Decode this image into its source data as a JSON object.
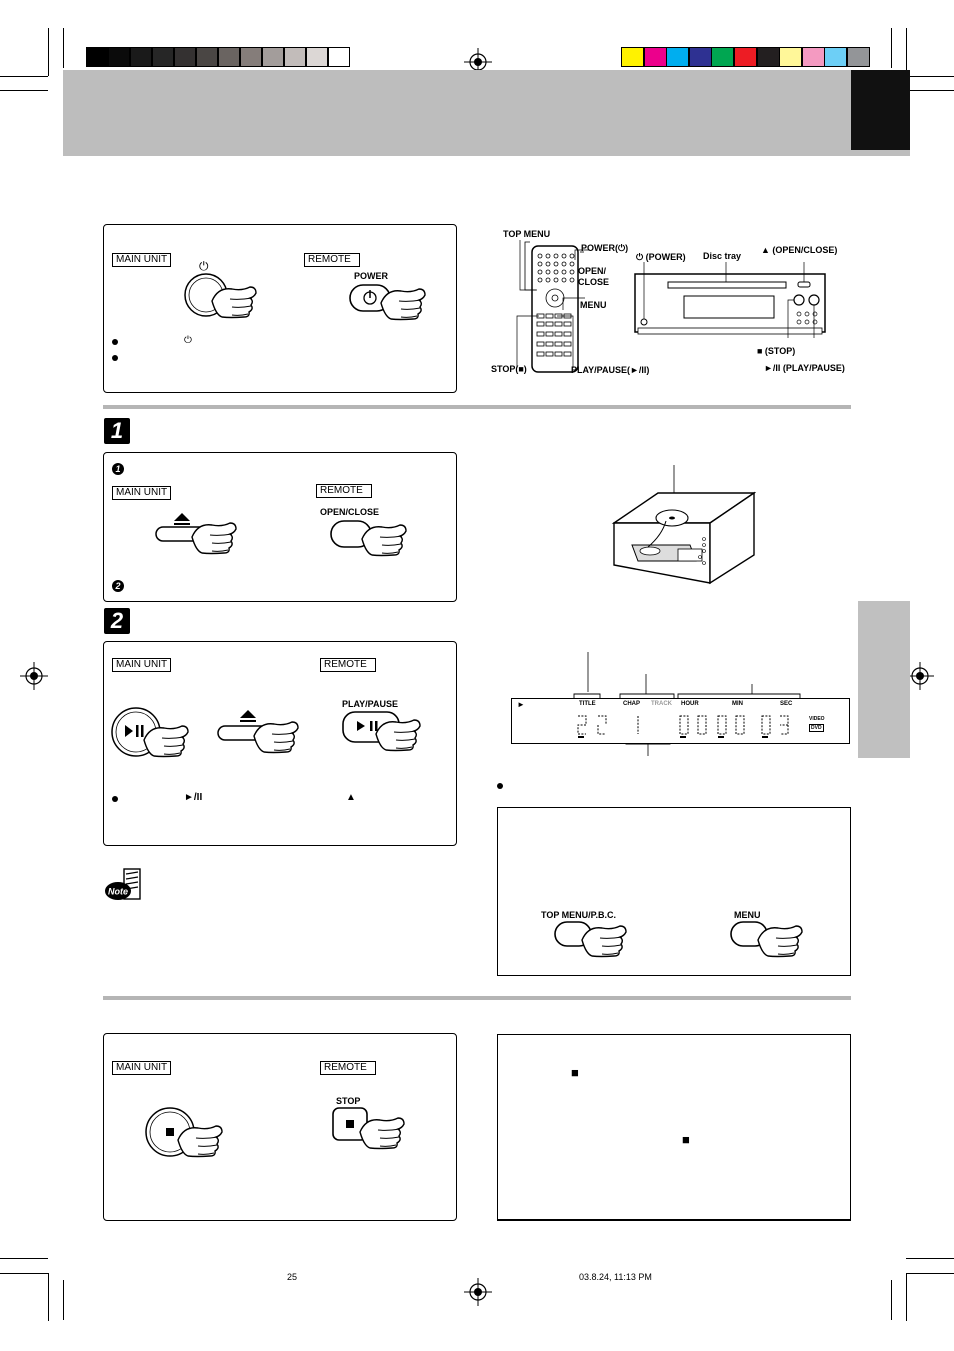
{
  "registration": {
    "gray_swatches": [
      "#000000",
      "#0b0b0b",
      "#1a1a1a",
      "#262626",
      "#343131",
      "#4a4644",
      "#6a6461",
      "#857d7a",
      "#a39d9b",
      "#c2bcba",
      "#dcd7d5",
      "#ffffff"
    ],
    "color_swatches": [
      "#fff200",
      "#ec008c",
      "#00aeef",
      "#2e3192",
      "#00a651",
      "#ed1c24",
      "#231f20",
      "#fff799",
      "#f49ac1",
      "#6dcff6",
      "#939598"
    ]
  },
  "power_box": {
    "main_unit_tag": "MAIN UNIT",
    "remote_tag": "REMOTE",
    "power_button_label": "POWER",
    "power_symbol": "⏻"
  },
  "remote_callouts": {
    "top_menu": "TOP MENU",
    "power": "POWER(⏻)",
    "open_close": "OPEN/\nCLOSE",
    "menu": "MENU",
    "stop": "STOP(■)",
    "play_pause": "PLAY/PAUSE(►/II)"
  },
  "unit_callouts": {
    "power": "⏻ (POWER)",
    "disc_tray": "Disc tray",
    "open_close": "▲ (OPEN/CLOSE)",
    "stop": "■ (STOP)",
    "play_pause": "►/II (PLAY/PAUSE)"
  },
  "step1": {
    "number": "1",
    "sub1": "1",
    "sub2": "2",
    "main_unit_tag": "MAIN UNIT",
    "remote_tag": "REMOTE",
    "open_close_label": "OPEN/CLOSE"
  },
  "step2": {
    "number": "2",
    "main_unit_tag": "MAIN UNIT",
    "remote_tag": "REMOTE",
    "play_pause_label": "PLAY/PAUSE",
    "play_symbol": "►/II",
    "eject_symbol": "▲",
    "note_label": "Note"
  },
  "display_panel": {
    "play_indicator": "►",
    "title": "TITLE",
    "chap": "CHAP",
    "track": "TRACK",
    "hour": "HOUR",
    "min": "MIN",
    "sec": "SEC",
    "video": "VIDEO",
    "dvd": "DVD"
  },
  "menu_box": {
    "top_menu_label": "TOP MENU/P.B.C.",
    "menu_label": "MENU"
  },
  "stop_box": {
    "main_unit_tag": "MAIN UNIT",
    "remote_tag": "REMOTE",
    "stop_label": "STOP",
    "stop_symbol": "■"
  },
  "footer": {
    "page_number": "25",
    "timestamp": "03.8.24, 11:13 PM"
  }
}
